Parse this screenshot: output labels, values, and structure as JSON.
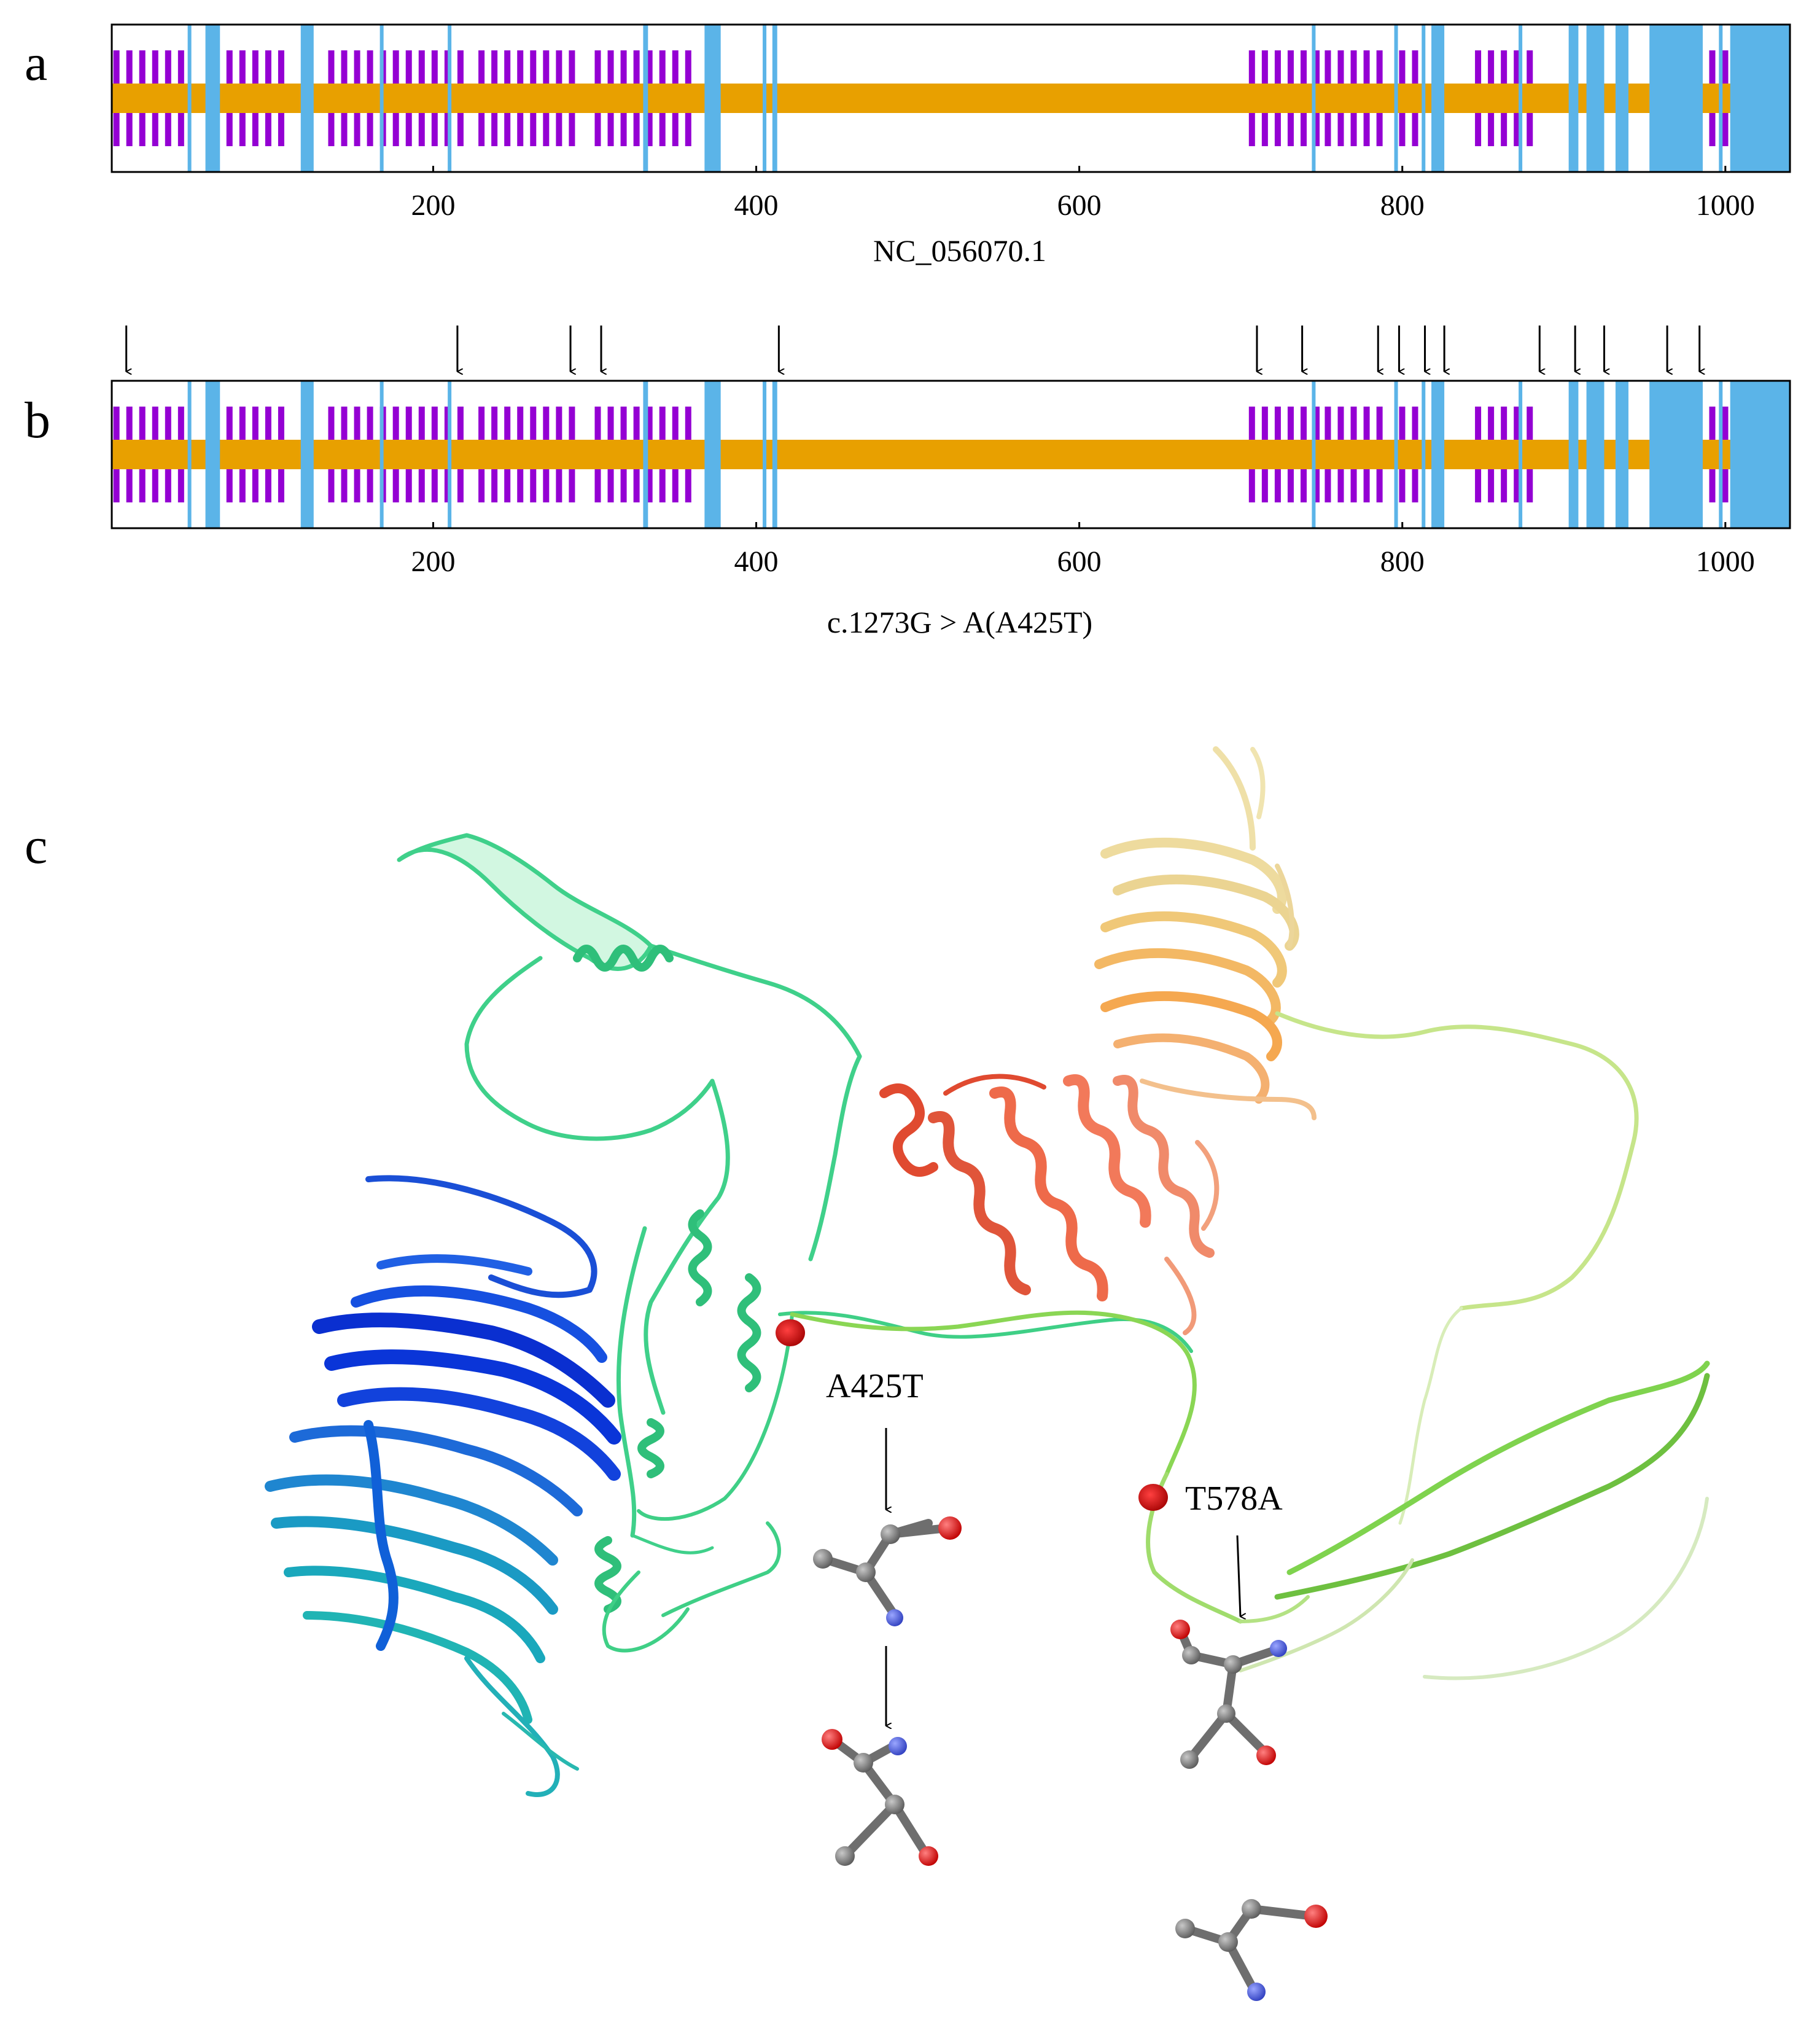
{
  "panels": {
    "a": {
      "letter": "a",
      "xlabel": "NC_056070.1",
      "ticks": [
        "200",
        "400",
        "600",
        "800",
        "1000"
      ]
    },
    "b": {
      "letter": "b",
      "xlabel": "c.1273G > A(A425T)",
      "ticks": [
        "200",
        "400",
        "600",
        "800",
        "1000"
      ]
    },
    "c": {
      "letter": "c",
      "mutations": [
        {
          "label": "A425T"
        },
        {
          "label": "T578A"
        }
      ]
    }
  },
  "track": {
    "x_range": [
      1,
      1040
    ],
    "tick_values": [
      200,
      400,
      600,
      800,
      1000
    ],
    "colors": {
      "backbone": "#E8A000",
      "segment": "#9400D3",
      "band": "#5BB4E8",
      "frame": "#000000"
    },
    "segment_ranges": [
      [
        2,
        45
      ],
      [
        72,
        110
      ],
      [
        135,
        215
      ],
      [
        228,
        290
      ],
      [
        300,
        362
      ],
      [
        705,
        745
      ],
      [
        752,
        785
      ],
      [
        798,
        810
      ],
      [
        845,
        880
      ],
      [
        990,
        998
      ]
    ],
    "bands": [
      [
        48,
        50
      ],
      [
        59,
        68
      ],
      [
        118,
        126
      ],
      [
        167,
        168
      ],
      [
        209,
        211
      ],
      [
        330,
        333
      ],
      [
        368,
        378
      ],
      [
        404,
        406
      ],
      [
        410,
        413
      ],
      [
        744,
        746
      ],
      [
        795,
        797
      ],
      [
        812,
        813
      ],
      [
        818,
        826
      ],
      [
        872,
        873
      ],
      [
        903,
        909
      ],
      [
        914,
        925
      ],
      [
        932,
        940
      ],
      [
        953,
        986
      ],
      [
        996,
        998
      ],
      [
        1003,
        1040
      ]
    ],
    "arrow_positions_b": [
      10,
      215,
      285,
      304,
      414,
      710,
      738,
      785,
      798,
      814,
      826,
      885,
      907,
      925,
      964,
      984
    ]
  },
  "molecule_colors": {
    "carbon": "#6E6E6E",
    "oxygen": "#E01010",
    "nitrogen": "#4A5CD8",
    "marker": "#C40000"
  }
}
